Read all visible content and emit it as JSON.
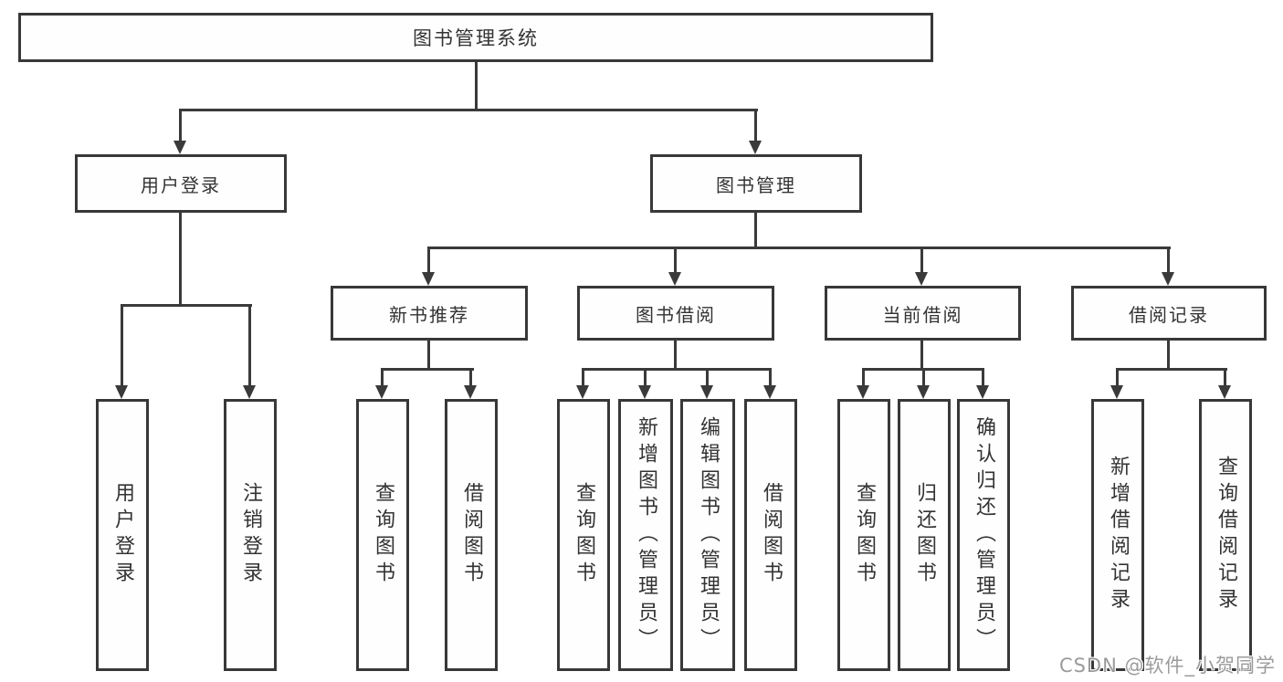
{
  "diagram": {
    "root": {
      "label": "图书管理系统"
    },
    "level2": [
      {
        "label": "用户登录"
      },
      {
        "label": "图书管理"
      }
    ],
    "level3": [
      {
        "label": "新书推荐"
      },
      {
        "label": "图书借阅"
      },
      {
        "label": "当前借阅"
      },
      {
        "label": "借阅记录"
      }
    ],
    "leaves": [
      {
        "label": "用户登录"
      },
      {
        "label": "注销登录"
      },
      {
        "label": "查询图书"
      },
      {
        "label": "借阅图书"
      },
      {
        "label": "查询图书"
      },
      {
        "label": "新增图书（管理员）"
      },
      {
        "label": "编辑图书（管理员）"
      },
      {
        "label": "借阅图书"
      },
      {
        "label": "查询图书"
      },
      {
        "label": "归还图书"
      },
      {
        "label": "确认归还（管理员）"
      },
      {
        "label": "新增借阅记录"
      },
      {
        "label": "查询借阅记录"
      }
    ]
  },
  "watermark": {
    "text": "CSDN @软件_小贺同学"
  },
  "colors": {
    "line": "#3a3a3a",
    "border": "#383838",
    "text": "#333333",
    "watermark": "#9b9b9b",
    "background": "#ffffff"
  }
}
